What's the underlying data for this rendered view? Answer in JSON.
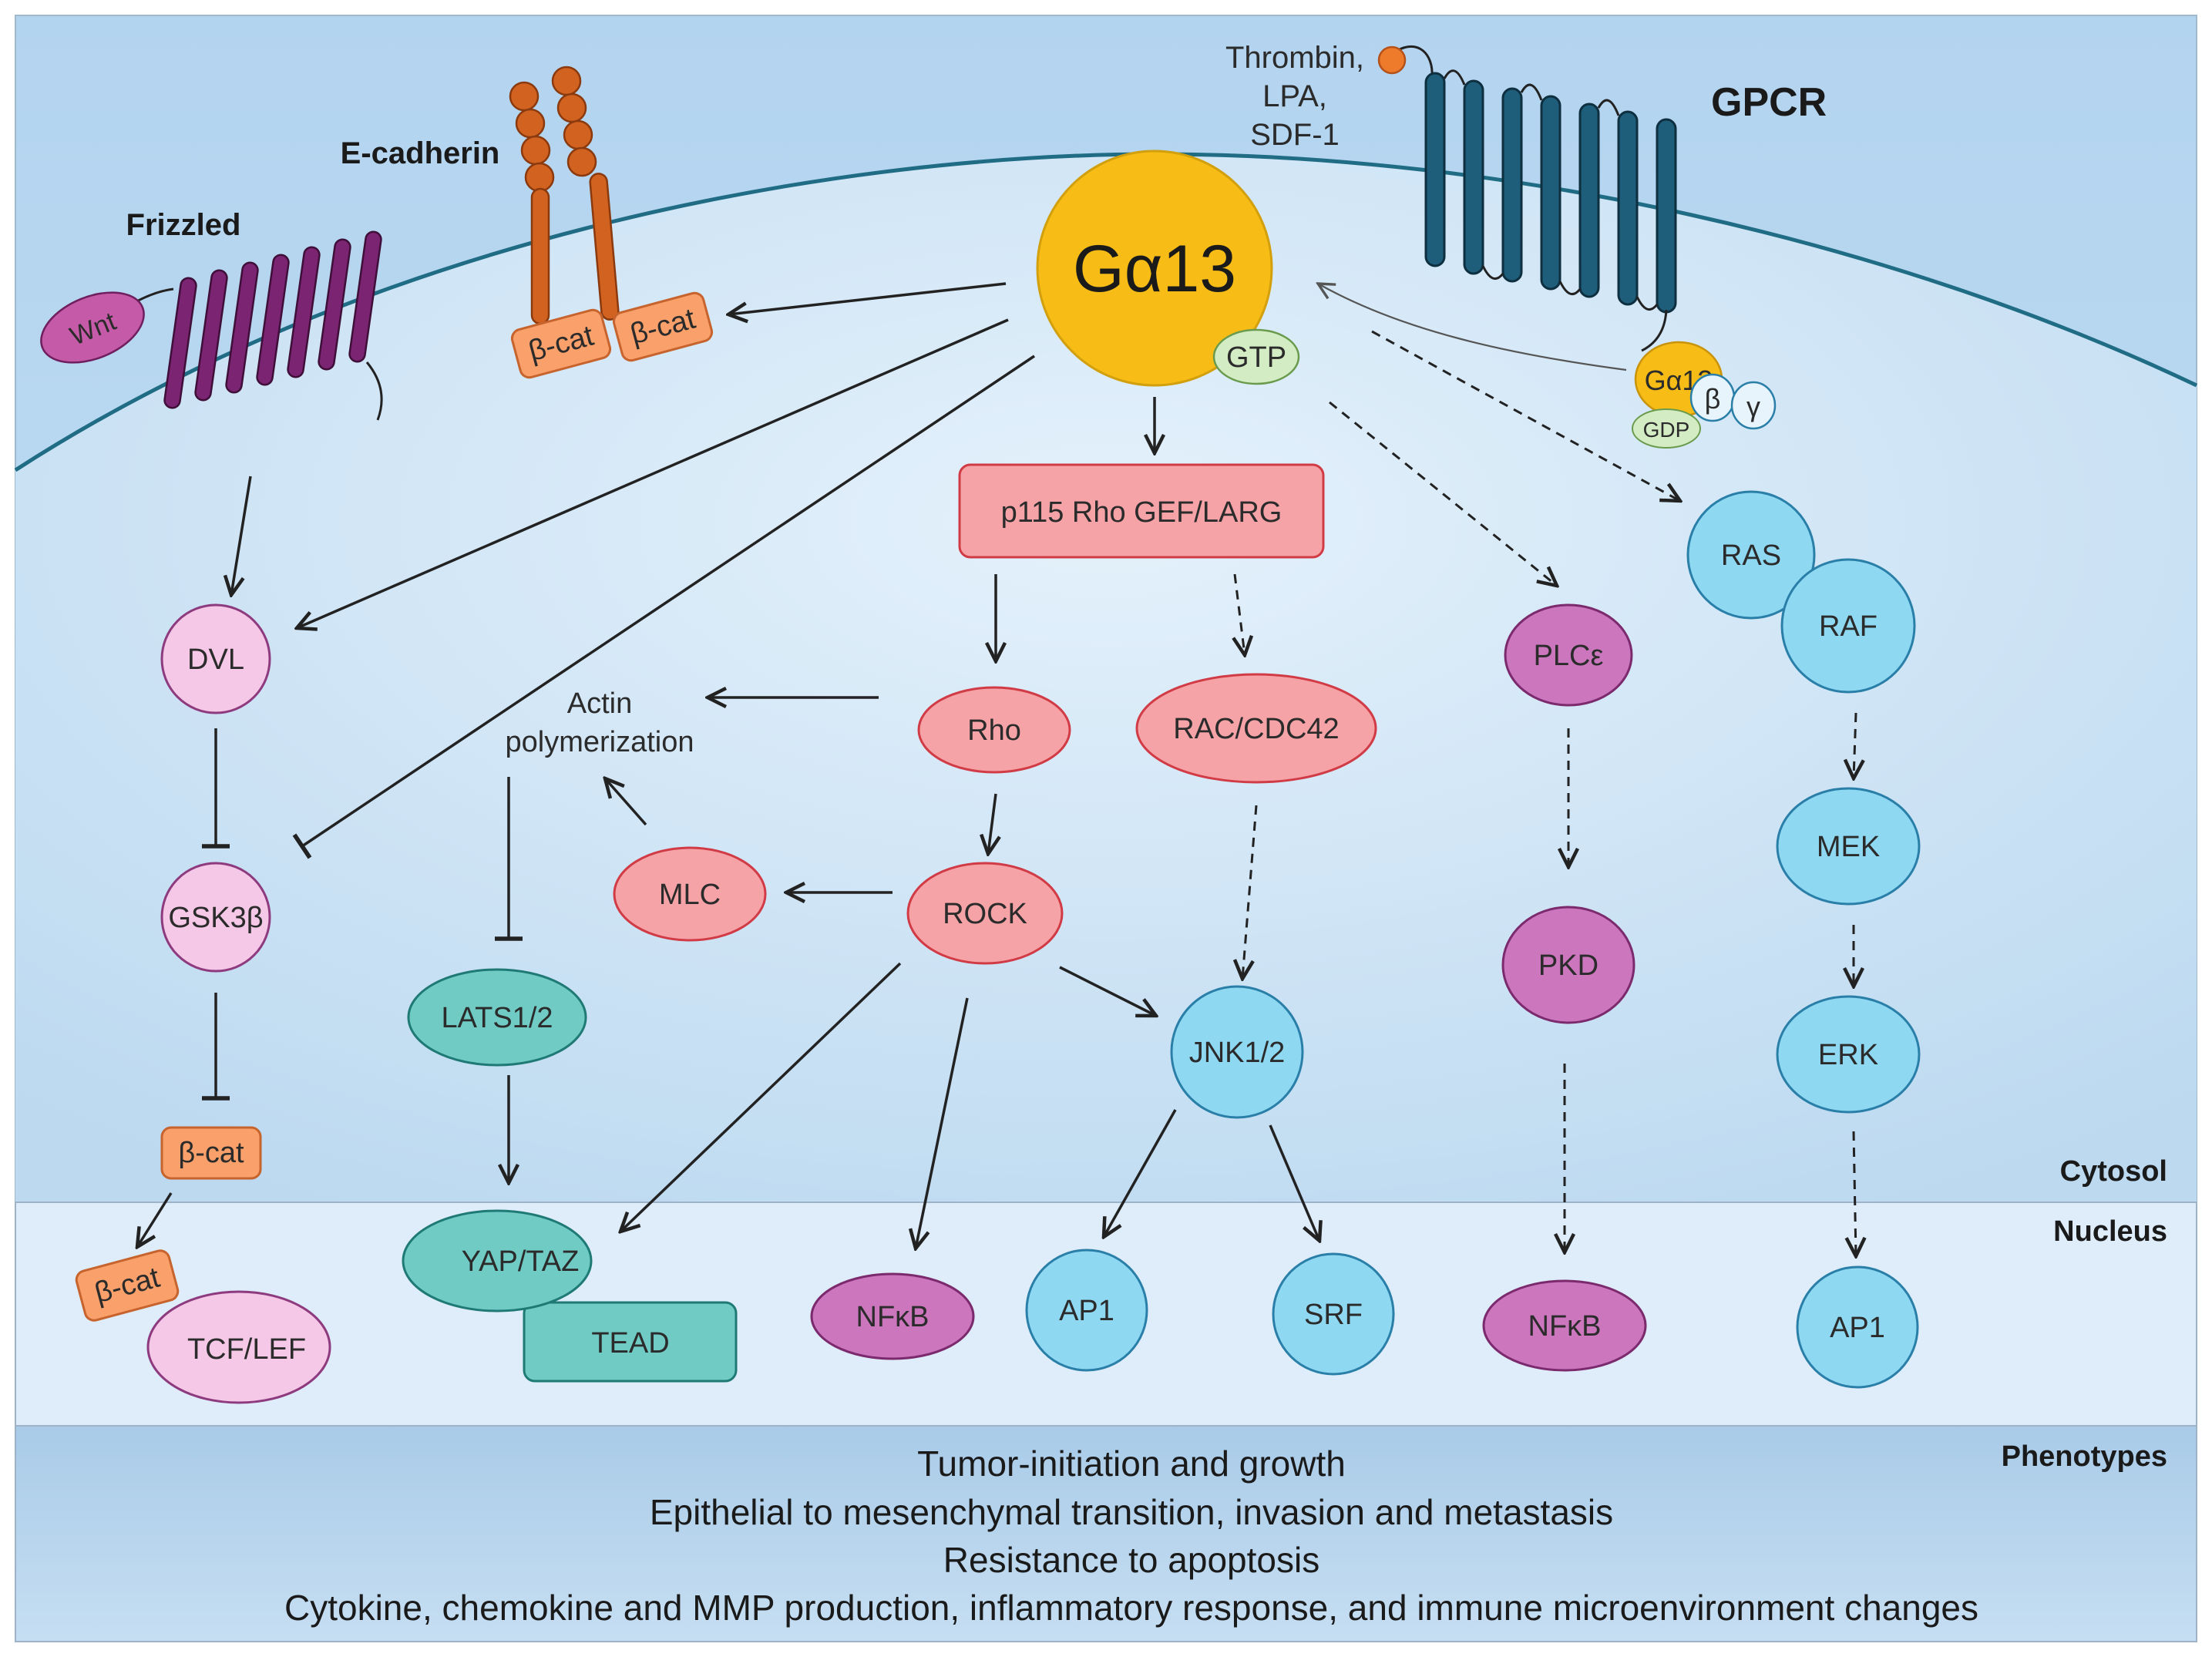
{
  "labels": {
    "gpcr": "GPCR",
    "ligands": [
      "Thrombin,",
      "LPA,",
      "SDF-1"
    ],
    "e_cadherin": "E-cadherin",
    "frizzled": "Frizzled",
    "wnt": "Wnt",
    "cytosol": "Cytosol",
    "nucleus": "Nucleus",
    "phenotypes_title": "Phenotypes"
  },
  "nodes": {
    "ga13_main": "Gα13",
    "gtp": "GTP",
    "ga13_small": "Gα13",
    "beta": "β",
    "gamma": "γ",
    "gdp": "GDP",
    "bcat_1": "β-cat",
    "bcat_2": "β-cat",
    "p115": "p115 Rho GEF/LARG",
    "rho": "Rho",
    "rac": "RAC/CDC42",
    "actin": [
      "Actin",
      "polymerization"
    ],
    "mlc": "MLC",
    "rock": "ROCK",
    "dvl": "DVL",
    "gsk": "GSK3β",
    "bcat_cyto": "β-cat",
    "bcat_nuc": "β-cat",
    "tcf": "TCF/LEF",
    "lats": "LATS1/2",
    "yap": "YAP/TAZ",
    "tead": "TEAD",
    "nfkb_1": "NFκB",
    "jnk": "JNK1/2",
    "ap1_1": "AP1",
    "srf": "SRF",
    "plc": "PLCε",
    "pkd": "PKD",
    "nfkb_2": "NFκB",
    "ras": "RAS",
    "raf": "RAF",
    "mek": "MEK",
    "erk": "ERK",
    "ap1_2": "AP1"
  },
  "phenotypes": [
    "Tumor-initiation and growth",
    "Epithelial to mesenchymal transition, invasion and metastasis",
    "Resistance to apoptosis",
    "Cytokine, chemokine and MMP production, inflammatory response, and immune microenvironment changes"
  ],
  "colors": {
    "red_fill": "#F5A3A6",
    "red_stroke": "#D13B46",
    "blue_fill": "#8FD8F2",
    "blue_stroke": "#2A7FA8",
    "pink_fill": "#F4C8E6",
    "pink_stroke": "#8E3A7E",
    "magenta_fill": "#CC76BE",
    "magenta_stroke": "#7B2A6D",
    "teal_fill": "#6FCBC4",
    "teal_stroke": "#1F7A76",
    "orange_fill": "#F9A06B",
    "orange_stroke": "#C7632D",
    "gold": "#F7BD16",
    "gpcr": "#1F5E7A",
    "frizzled": "#7A2472",
    "cadherin": "#D2621F"
  }
}
